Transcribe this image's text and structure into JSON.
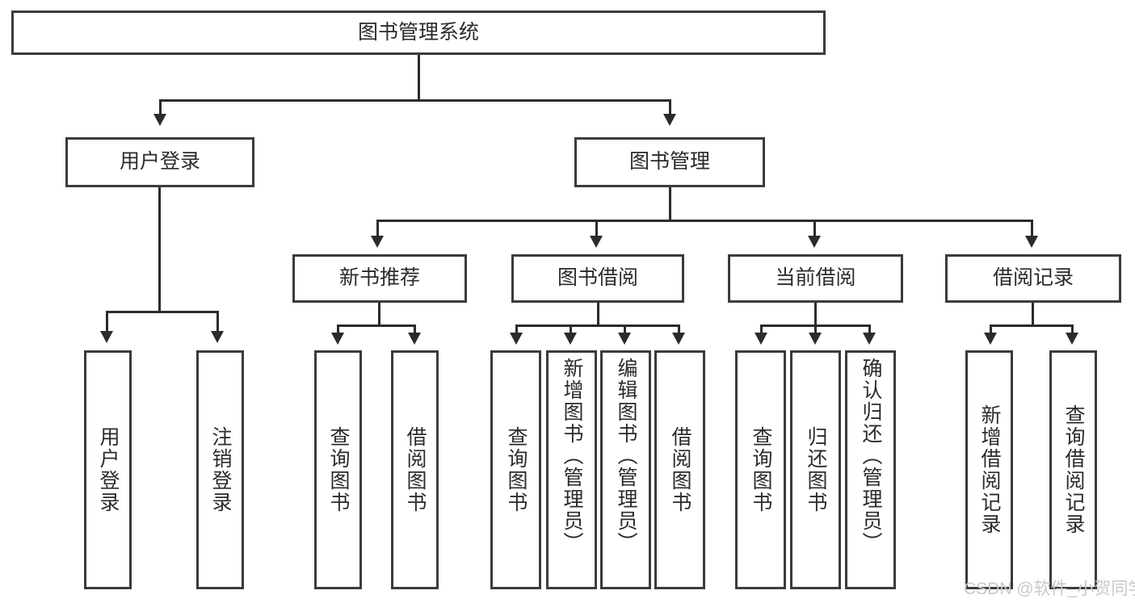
{
  "diagram": {
    "type": "tree-hierarchy-chart",
    "title": "图书管理系统",
    "levels": 4,
    "colors": {
      "stroke": "#3b3b3b",
      "connector": "#2b2b2b",
      "background": "#ffffff",
      "text": "#2b2b2b",
      "watermark": "#c9c9c9"
    },
    "root": {
      "label": "图书管理系统"
    },
    "level2": [
      {
        "label": "用户登录"
      },
      {
        "label": "图书管理"
      }
    ],
    "level3": [
      {
        "label": "新书推荐"
      },
      {
        "label": "图书借阅"
      },
      {
        "label": "当前借阅"
      },
      {
        "label": "借阅记录"
      }
    ],
    "leaves": {
      "user_login": [
        {
          "label": "用户登录"
        },
        {
          "label": "注销登录"
        }
      ],
      "new_book": [
        {
          "label": "查询图书"
        },
        {
          "label": "借阅图书"
        }
      ],
      "book_borrow": [
        {
          "label": "查询图书"
        },
        {
          "label": "新增图书（管理员）"
        },
        {
          "label": "编辑图书（管理员）"
        },
        {
          "label": "借阅图书"
        }
      ],
      "current_borrow": [
        {
          "label": "查询图书"
        },
        {
          "label": "归还图书"
        },
        {
          "label": "确认归还（管理员）"
        }
      ],
      "borrow_record": [
        {
          "label": "新增借阅记录"
        },
        {
          "label": "查询借阅记录"
        }
      ]
    }
  },
  "watermark": {
    "text": "CSDN @软件_小贺同学"
  }
}
